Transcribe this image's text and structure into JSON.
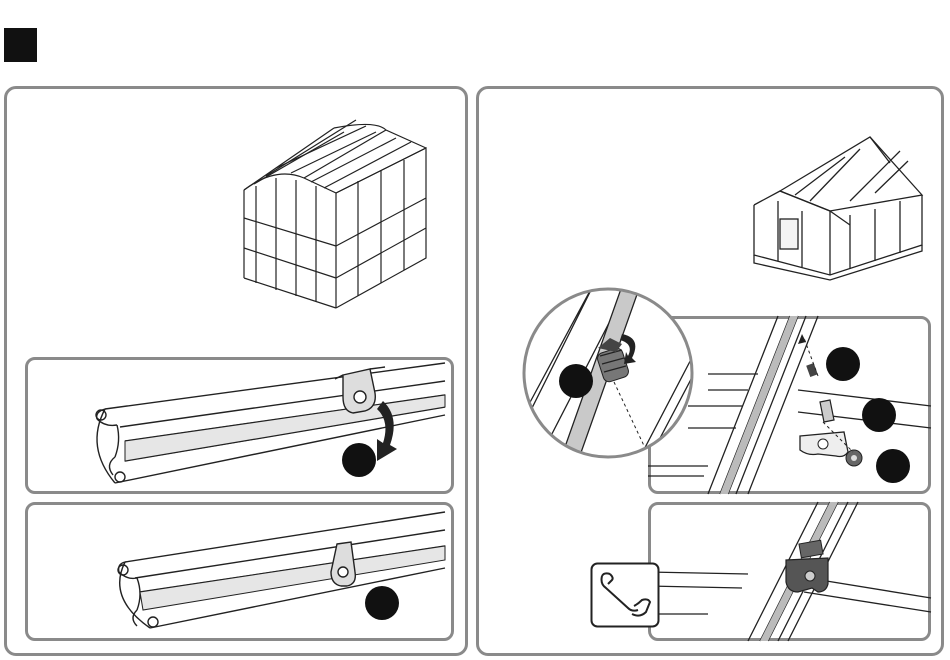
{
  "figure": {
    "step_marker_color": "#111111",
    "panel_border_color": "#8a8a8a",
    "icons": [
      "greenhouse-frame-icon",
      "greenhouse-icon",
      "profile-clip-icon",
      "bolt-icon",
      "nut-icon",
      "wrench-icon",
      "rotation-arrow-icon"
    ],
    "callouts": [
      "rotate-callout",
      "seated-callout",
      "magnifier-callout",
      "bolt-callout",
      "clip-callout",
      "nut-callout"
    ]
  }
}
